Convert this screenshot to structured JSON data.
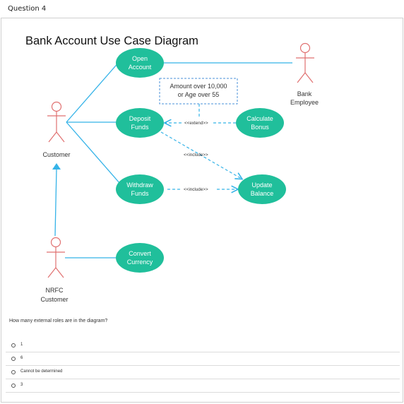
{
  "question": {
    "header": "Question 4",
    "text": "How many external roles are in the diagram?"
  },
  "diagram": {
    "title": "Bank Account Use Case Diagram",
    "actors": {
      "customer": "Customer",
      "bank_employee_line1": "Bank",
      "bank_employee_line2": "Employee",
      "nrfc_line1": "NRFC",
      "nrfc_line2": "Customer"
    },
    "use_cases": {
      "open_account": [
        "Open",
        "Account"
      ],
      "deposit_funds": [
        "Deposit",
        "Funds"
      ],
      "withdraw_funds": [
        "Withdraw",
        "Funds"
      ],
      "convert_currency": [
        "Convert",
        "Currency"
      ],
      "calculate_bonus": [
        "Calculate",
        "Bonus"
      ],
      "update_balance": [
        "Update",
        "Balance"
      ]
    },
    "note": [
      "Amount over 10,000",
      "or Age over 55"
    ],
    "relations": {
      "extend": "<<extend>>",
      "include_deposit": "<<include>>",
      "include_withdraw": "<<include>>"
    },
    "colors": {
      "use_case_fill": "#20bf9b",
      "association": "#35b3e8",
      "dependency": "#35b3e8",
      "actor": "#e07070",
      "note_border": "#4a90d9"
    }
  },
  "options": [
    {
      "label": "1"
    },
    {
      "label": "6"
    },
    {
      "label": "Cannot be determined"
    },
    {
      "label": "3"
    }
  ]
}
